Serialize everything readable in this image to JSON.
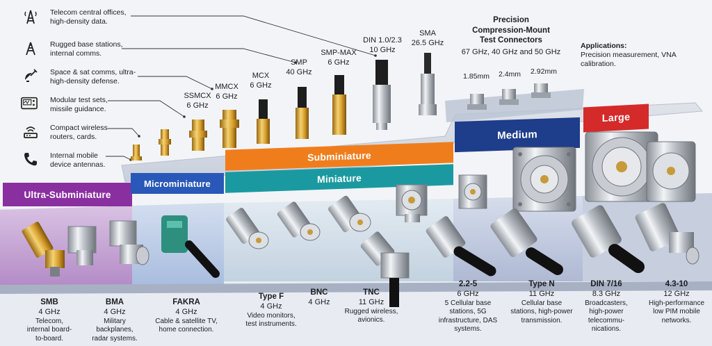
{
  "colors": {
    "ultra": "#8a2fa0",
    "micro": "#2a58b8",
    "sub": "#f07d1c",
    "mini": "#1a9aa0",
    "medium": "#1e3d8a",
    "large": "#d42a2a"
  },
  "applications_left": [
    {
      "icon": "tower-icon",
      "text": "Telecom central offices, high-density data."
    },
    {
      "icon": "base-station-icon",
      "text": "Rugged base stations, internal comms."
    },
    {
      "icon": "satellite-icon",
      "text": "Space & sat comms, ultra-high-density defense."
    },
    {
      "icon": "test-set-icon",
      "text": "Modular test sets, missile guidance."
    },
    {
      "icon": "router-icon",
      "text": "Compact wireless routers, cards."
    },
    {
      "icon": "phone-icon",
      "text": "Internal mobile device antennas."
    }
  ],
  "top_connectors": [
    {
      "name": "SSMCX",
      "freq": "6 GHz"
    },
    {
      "name": "MMCX",
      "freq": "6 GHz"
    },
    {
      "name": "MCX",
      "freq": "6 GHz"
    },
    {
      "name": "SMP",
      "freq": "40 GHz"
    },
    {
      "name": "SMP-MAX",
      "freq": "6 GHz"
    },
    {
      "name": "DIN 1.0/2.3",
      "freq": "10 GHz"
    },
    {
      "name": "SMA",
      "freq": "26.5 GHz"
    }
  ],
  "precision": {
    "title1": "Precision",
    "title2": "Compression-Mount",
    "title3": "Test Connectors",
    "freqs": "67 GHz, 40 GHz and 50 GHz",
    "sizes": [
      "1.85mm",
      "2.4mm",
      "2.92mm"
    ]
  },
  "applications_right": {
    "title": "Applications:",
    "text": "Precision measurement, VNA calibration."
  },
  "bands": {
    "ultra": "Ultra-Subminiature",
    "micro": "Microminiature",
    "sub": "Subminiature",
    "mini": "Miniature",
    "medium": "Medium",
    "large": "Large"
  },
  "bottom_connectors": [
    {
      "name": "SMB",
      "freq": "4 GHz",
      "use": "Telecom, internal board-to-board."
    },
    {
      "name": "BMA",
      "freq": "4 GHz",
      "use": "Military backplanes, radar systems."
    },
    {
      "name": "FAKRA",
      "freq": "4 GHz",
      "use": "Cable & satellite TV, home connection."
    },
    {
      "name": "Type F",
      "freq": "4 GHz",
      "use": "Video monitors, test instruments."
    },
    {
      "name": "BNC",
      "freq": "4 GHz",
      "use": ""
    },
    {
      "name": "TNC",
      "freq": "11 GHz",
      "use": "Rugged wireless, avionics."
    },
    {
      "name": "2.2-5",
      "freq": "6 GHz",
      "use": "5 Cellular base stations, 5G infrastructure, DAS systems."
    },
    {
      "name": "Type N",
      "freq": "11 GHz",
      "use": "Cellular base stations, high-power transmission."
    },
    {
      "name": "DIN 7/16",
      "freq": "8.3 GHz",
      "use": "Broadcasters, high-power telecommu-nications."
    },
    {
      "name": "4.3-10",
      "freq": "12 GHz",
      "use": "High-performance low PIM mobile networks."
    }
  ]
}
